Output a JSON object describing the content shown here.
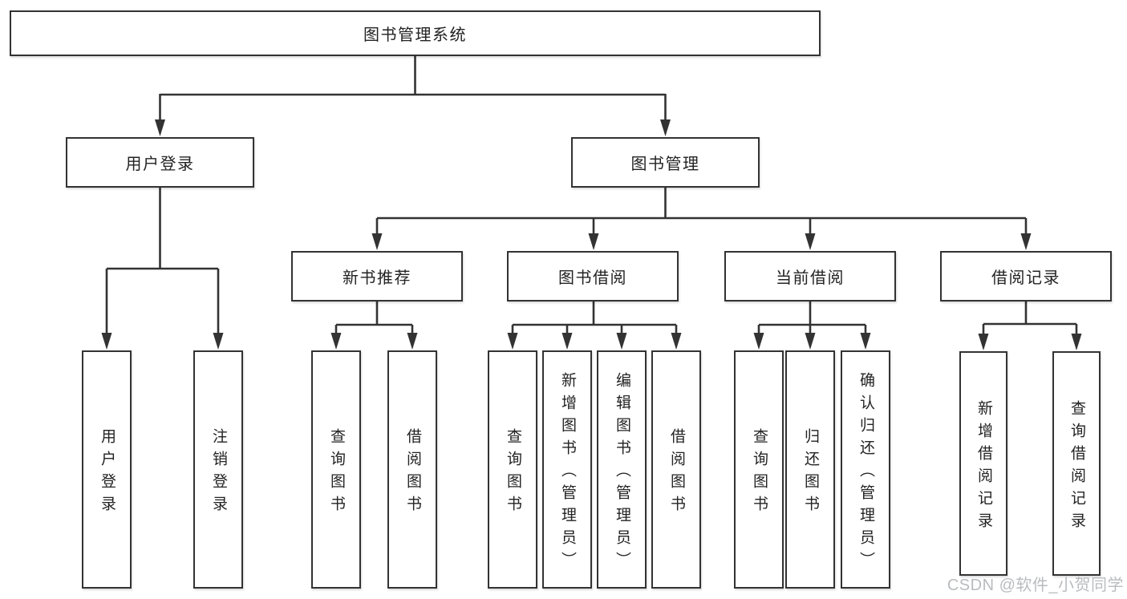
{
  "tree": {
    "label": "图书管理系统",
    "children": [
      {
        "label": "用户登录",
        "children": [
          {
            "label": "用户登录"
          },
          {
            "label": "注销登录"
          }
        ]
      },
      {
        "label": "图书管理",
        "children": [
          {
            "label": "新书推荐",
            "children": [
              {
                "label": "查询图书"
              },
              {
                "label": "借阅图书"
              }
            ]
          },
          {
            "label": "图书借阅",
            "children": [
              {
                "label": "查询图书"
              },
              {
                "label": "新增图书（管理员）"
              },
              {
                "label": "编辑图书（管理员）"
              },
              {
                "label": "借阅图书"
              }
            ]
          },
          {
            "label": "当前借阅",
            "children": [
              {
                "label": "查询图书"
              },
              {
                "label": "归还图书"
              },
              {
                "label": "确认归还（管理员）"
              }
            ]
          },
          {
            "label": "借阅记录",
            "children": [
              {
                "label": "新增借阅记录"
              },
              {
                "label": "查询借阅记录"
              }
            ]
          }
        ]
      }
    ]
  },
  "watermark": {
    "text": "CSDN @软件_小贺同学"
  },
  "colors": {
    "line": "#333333",
    "box_border": "#333333",
    "box_fill": "#ffffff",
    "text": "#232323",
    "watermark": "#b9bcbf",
    "background": "#ffffff"
  }
}
